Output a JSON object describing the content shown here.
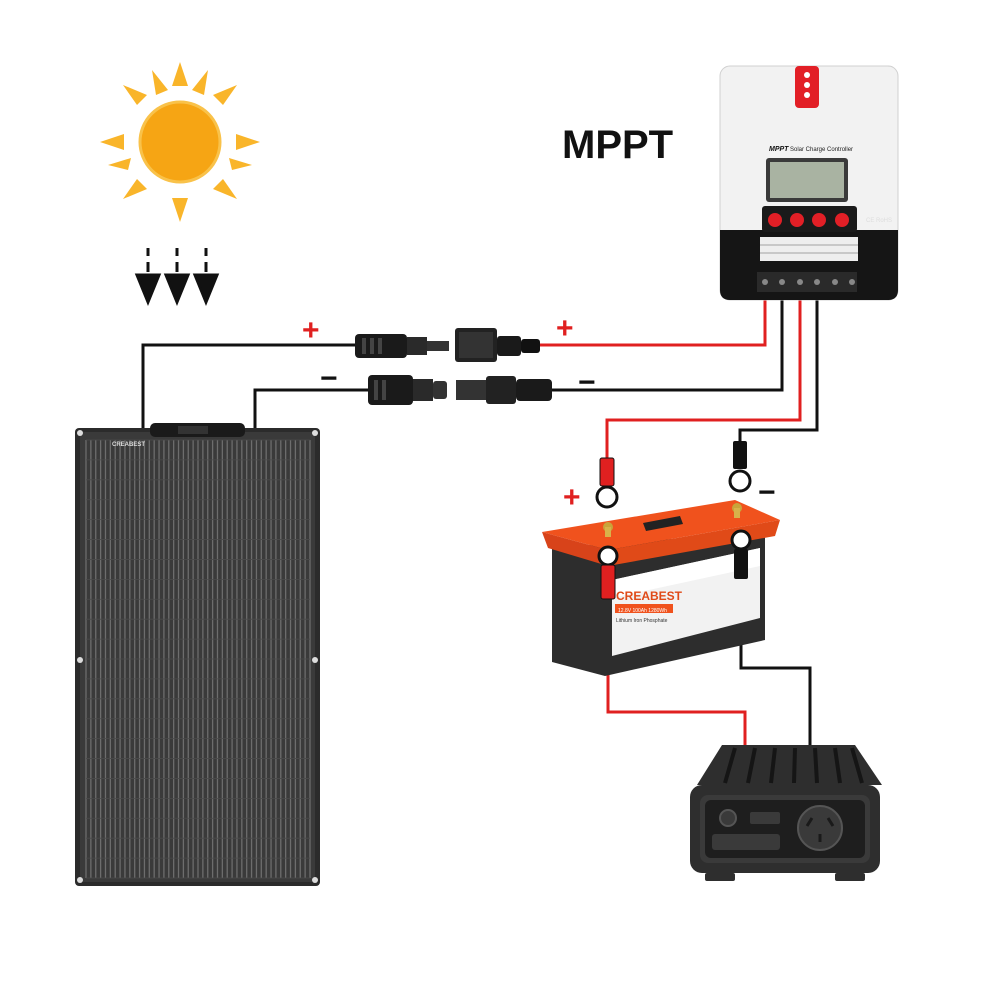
{
  "title": "MPPT",
  "colors": {
    "positive": "#e02020",
    "negative": "#111111",
    "sun": "#f5a10a",
    "battery_accent": "#f0521d"
  },
  "signs": {
    "panel_positive": "+",
    "panel_negative": "−",
    "controller_positive": "+",
    "controller_negative": "−",
    "battery_positive": "+",
    "battery_negative": "−"
  },
  "controller": {
    "brand": "MPPT",
    "subtitle": "Solar Charge Controller",
    "certs": "CE RoHS"
  },
  "panel": {
    "brand": "CREABEST"
  },
  "battery": {
    "brand": "CREABEST",
    "spec": "12.8V 100Ah 1280Wh",
    "chemistry": "Lithium Iron Phosphate"
  },
  "icons": [
    "sun-icon",
    "sunlight-arrows-icon",
    "solar-panel-icon",
    "mc4-connector-icon",
    "charge-controller-icon",
    "battery-icon",
    "inverter-icon"
  ]
}
